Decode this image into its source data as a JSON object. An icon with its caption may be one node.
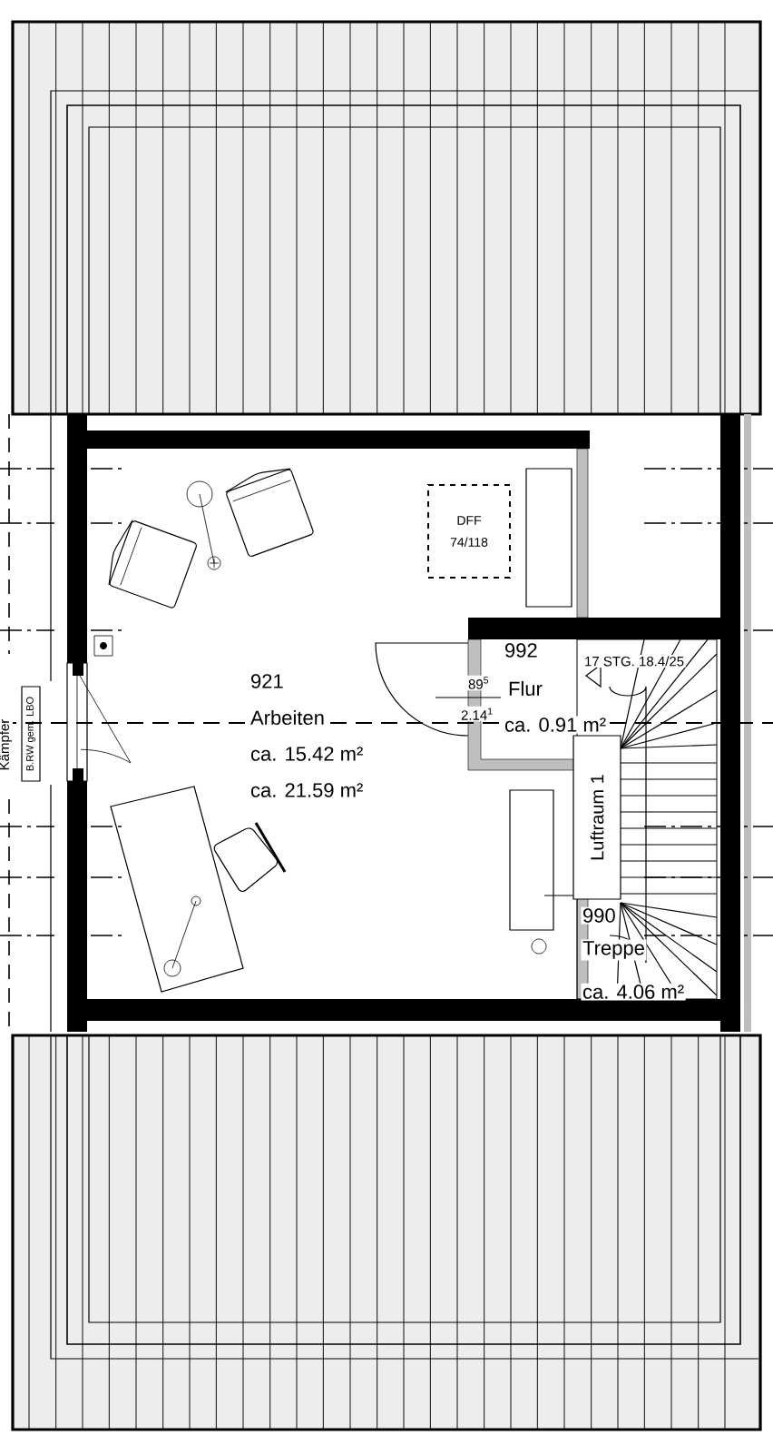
{
  "diagram": {
    "nodes": [
      {
        "text": [
          "B.RW gem. LBO"
        ]
      },
      {
        "text": [
          "DFF 74/118"
        ]
      },
      {
        "text": [
          "Luftraum 1"
        ]
      }
    ],
    "labels": [
      "921",
      "Arbeiten",
      "ca. 15.42 m²",
      "ca. 21.59 m²",
      "992",
      "89$^{5}$",
      "Flur",
      "2.14$^{1}$",
      "ca. 0.91 m²",
      "17 STG. 18.4/25",
      "990",
      "Treppe",
      "ca. 4.06 m²",
      "Kämpfer"
    ]
  }
}
